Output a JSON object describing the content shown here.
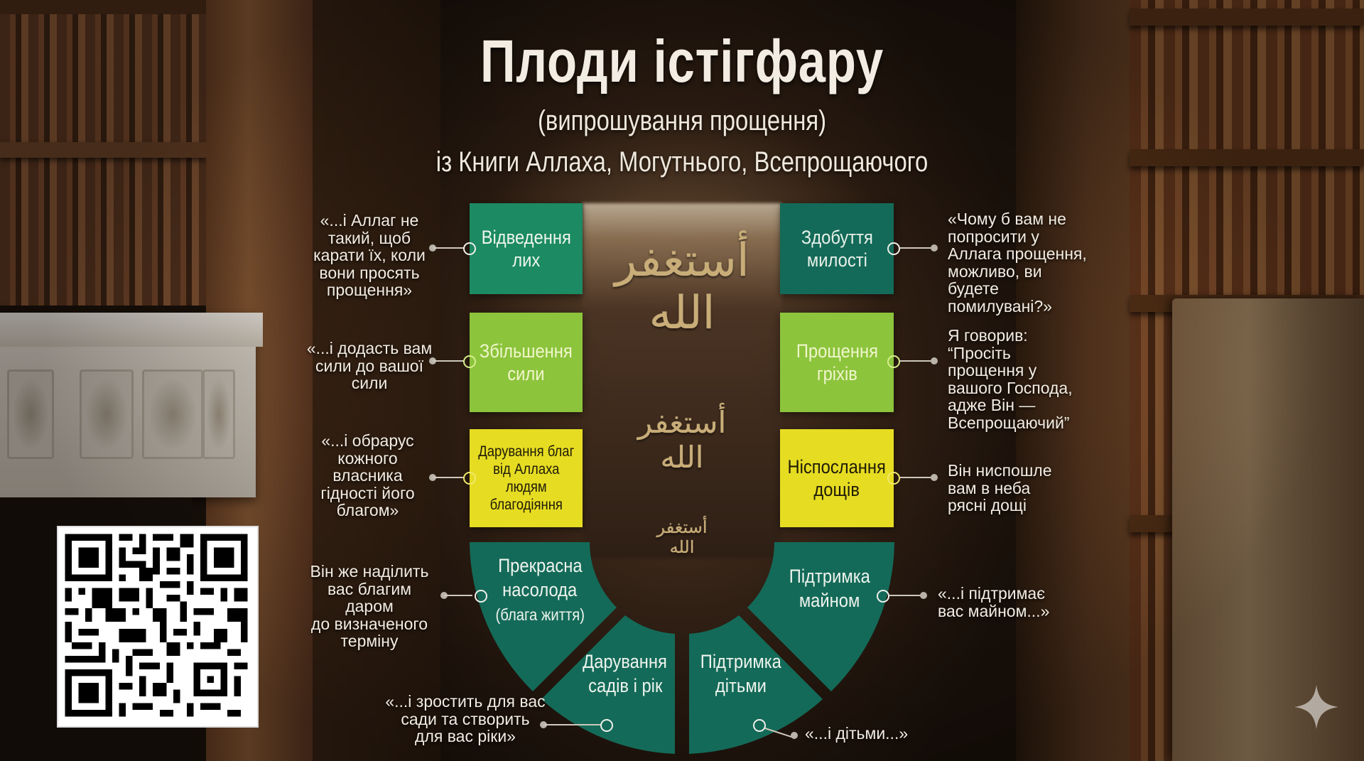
{
  "header": {
    "title": "Плоди істігфару",
    "subtitle": "(випрошування прощення)",
    "source_line": "із Книги Аллаха, Могутнього, Всепрощаючого"
  },
  "calligraphy": {
    "text": "أستغفر الله",
    "icon": "astaghfirullah-calligraphy",
    "color": "#c9ad78",
    "count": 3
  },
  "colors": {
    "green": "#1c8a62",
    "teal": "#146a58",
    "lime": "#8cc43c",
    "yellow": "#e6dc22"
  },
  "left_column": [
    {
      "box": "Відведення лих",
      "box_lines": [
        "Відведення",
        "лих"
      ],
      "color": "green",
      "quote_lines": [
        "«...і Аллаг не",
        "такий, щоб",
        "карати їх, коли",
        "вони просять",
        "прощення»"
      ]
    },
    {
      "box": "Збільшення сили",
      "box_lines": [
        "Збільшення",
        "сили"
      ],
      "color": "lime",
      "quote_lines": [
        "«...і додасть вам",
        "сили до вашої",
        "сили"
      ]
    },
    {
      "box": "Дарування благ від Аллаха людям благодіяння",
      "box_lines": [
        "Дарування благ",
        "від Аллаха",
        "людям",
        "благодіяння"
      ],
      "color": "yellow",
      "quote_lines": [
        "«...і обрарус",
        "кожного",
        "власника",
        "гідності його",
        "благом»"
      ]
    }
  ],
  "right_column": [
    {
      "box": "Здобуття милості",
      "box_lines": [
        "Здобуття",
        "милості"
      ],
      "color": "teal",
      "quote_lines": [
        "«Чому б вам не",
        "попросити у",
        "Аллага прощення,",
        "можливо, ви",
        "будете",
        "помилувані?»"
      ]
    },
    {
      "box": "Прощення гріхів",
      "box_lines": [
        "Прощення",
        "гріхів"
      ],
      "color": "lime",
      "quote_lines": [
        "Я говорив:",
        "“Просіть",
        "прощення у",
        "вашого Господа,",
        "адже Він —",
        "Всепрощаючий”"
      ]
    },
    {
      "box": "Ніспослання дощів",
      "box_lines": [
        "Ніспослання",
        "дощів"
      ],
      "color": "yellow",
      "quote_lines": [
        "Він ниспошле",
        "вам в неба",
        "рясні дощі"
      ]
    }
  ],
  "bottom_arc": [
    {
      "label_lines": [
        "Прекрасна",
        "насолода"
      ],
      "sub": "(блага життя)",
      "quote_lines": [
        "Він же наділить",
        "вас благим даром",
        "до визначеного",
        "терміну"
      ]
    },
    {
      "label_lines": [
        "Дарування",
        "садів і рік"
      ],
      "quote_lines": [
        "«...і зростить для вас",
        "сади та створить",
        "для вас ріки»"
      ]
    },
    {
      "label_lines": [
        "Підтримка",
        "дітьми"
      ],
      "quote_lines": [
        "«...і дітьми...»"
      ]
    },
    {
      "label_lines": [
        "Підтримка",
        "майном"
      ],
      "quote_lines": [
        "«...і підтримає",
        "вас майном...»"
      ]
    }
  ],
  "qr_code": {
    "label": "qr-code"
  },
  "watermark": {
    "icon": "sparkle-star-icon"
  }
}
